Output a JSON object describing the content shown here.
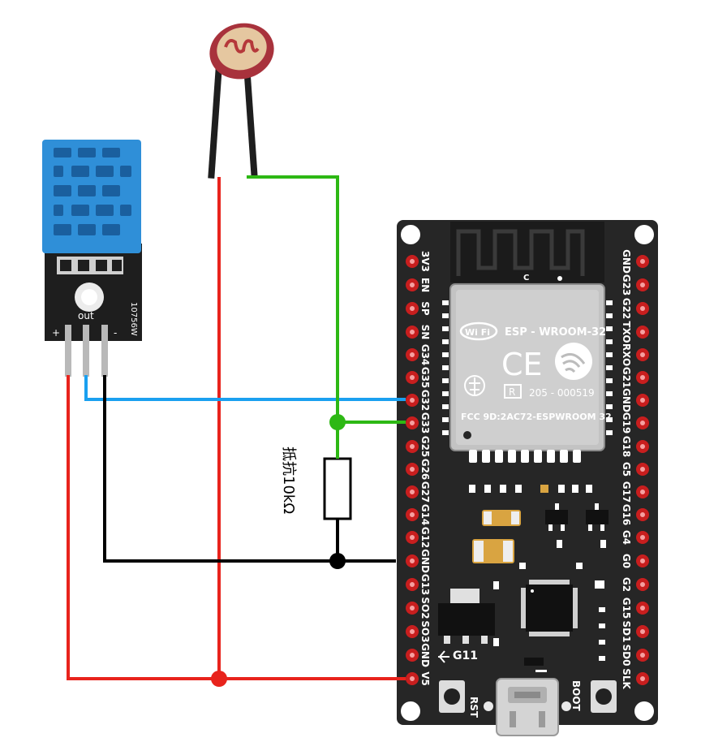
{
  "colors": {
    "power_wire": "#e8231c",
    "ground_wire": "#000000",
    "data_wire": "#1aa0f0",
    "sensor_wire": "#2db814",
    "board": "#262626",
    "module_metal": "#bfbfbf",
    "dht_body": "#2f8fd8",
    "pad_red": "#c81e1e"
  },
  "esp32": {
    "left_pins": [
      "3V3",
      "EN",
      "SP",
      "SN",
      "G34",
      "G35",
      "G32",
      "G33",
      "G25",
      "G26",
      "G27",
      "G14",
      "G12",
      "GND",
      "G13",
      "SO2",
      "SO3",
      "GND",
      "V5"
    ],
    "right_pins": [
      "GND",
      "G23",
      "G22",
      "TXO",
      "RXO",
      "G21",
      "GND",
      "G19",
      "G18",
      "G5",
      "G17",
      "G16",
      "G4",
      "G0",
      "G2",
      "G15",
      "SD1",
      "SD0",
      "SLK"
    ],
    "module_label": "ESP - WROOM-32",
    "module_brand": "Wi Fi",
    "module_ce": "CE",
    "module_reg_id": "205 - 000519",
    "module_fcc": "FCC 9D:2AC72-ESPWROOM 32",
    "module_r_mark": "R",
    "antenna_mark": "C",
    "ldo_label": "G11",
    "rst_label": "RST",
    "boot_label": "BOOT"
  },
  "dht": {
    "model_code": "10756W",
    "out_label": "out",
    "plus_label": "+",
    "minus_label": "-"
  },
  "resistor": {
    "label": "抵抗10kΩ"
  }
}
